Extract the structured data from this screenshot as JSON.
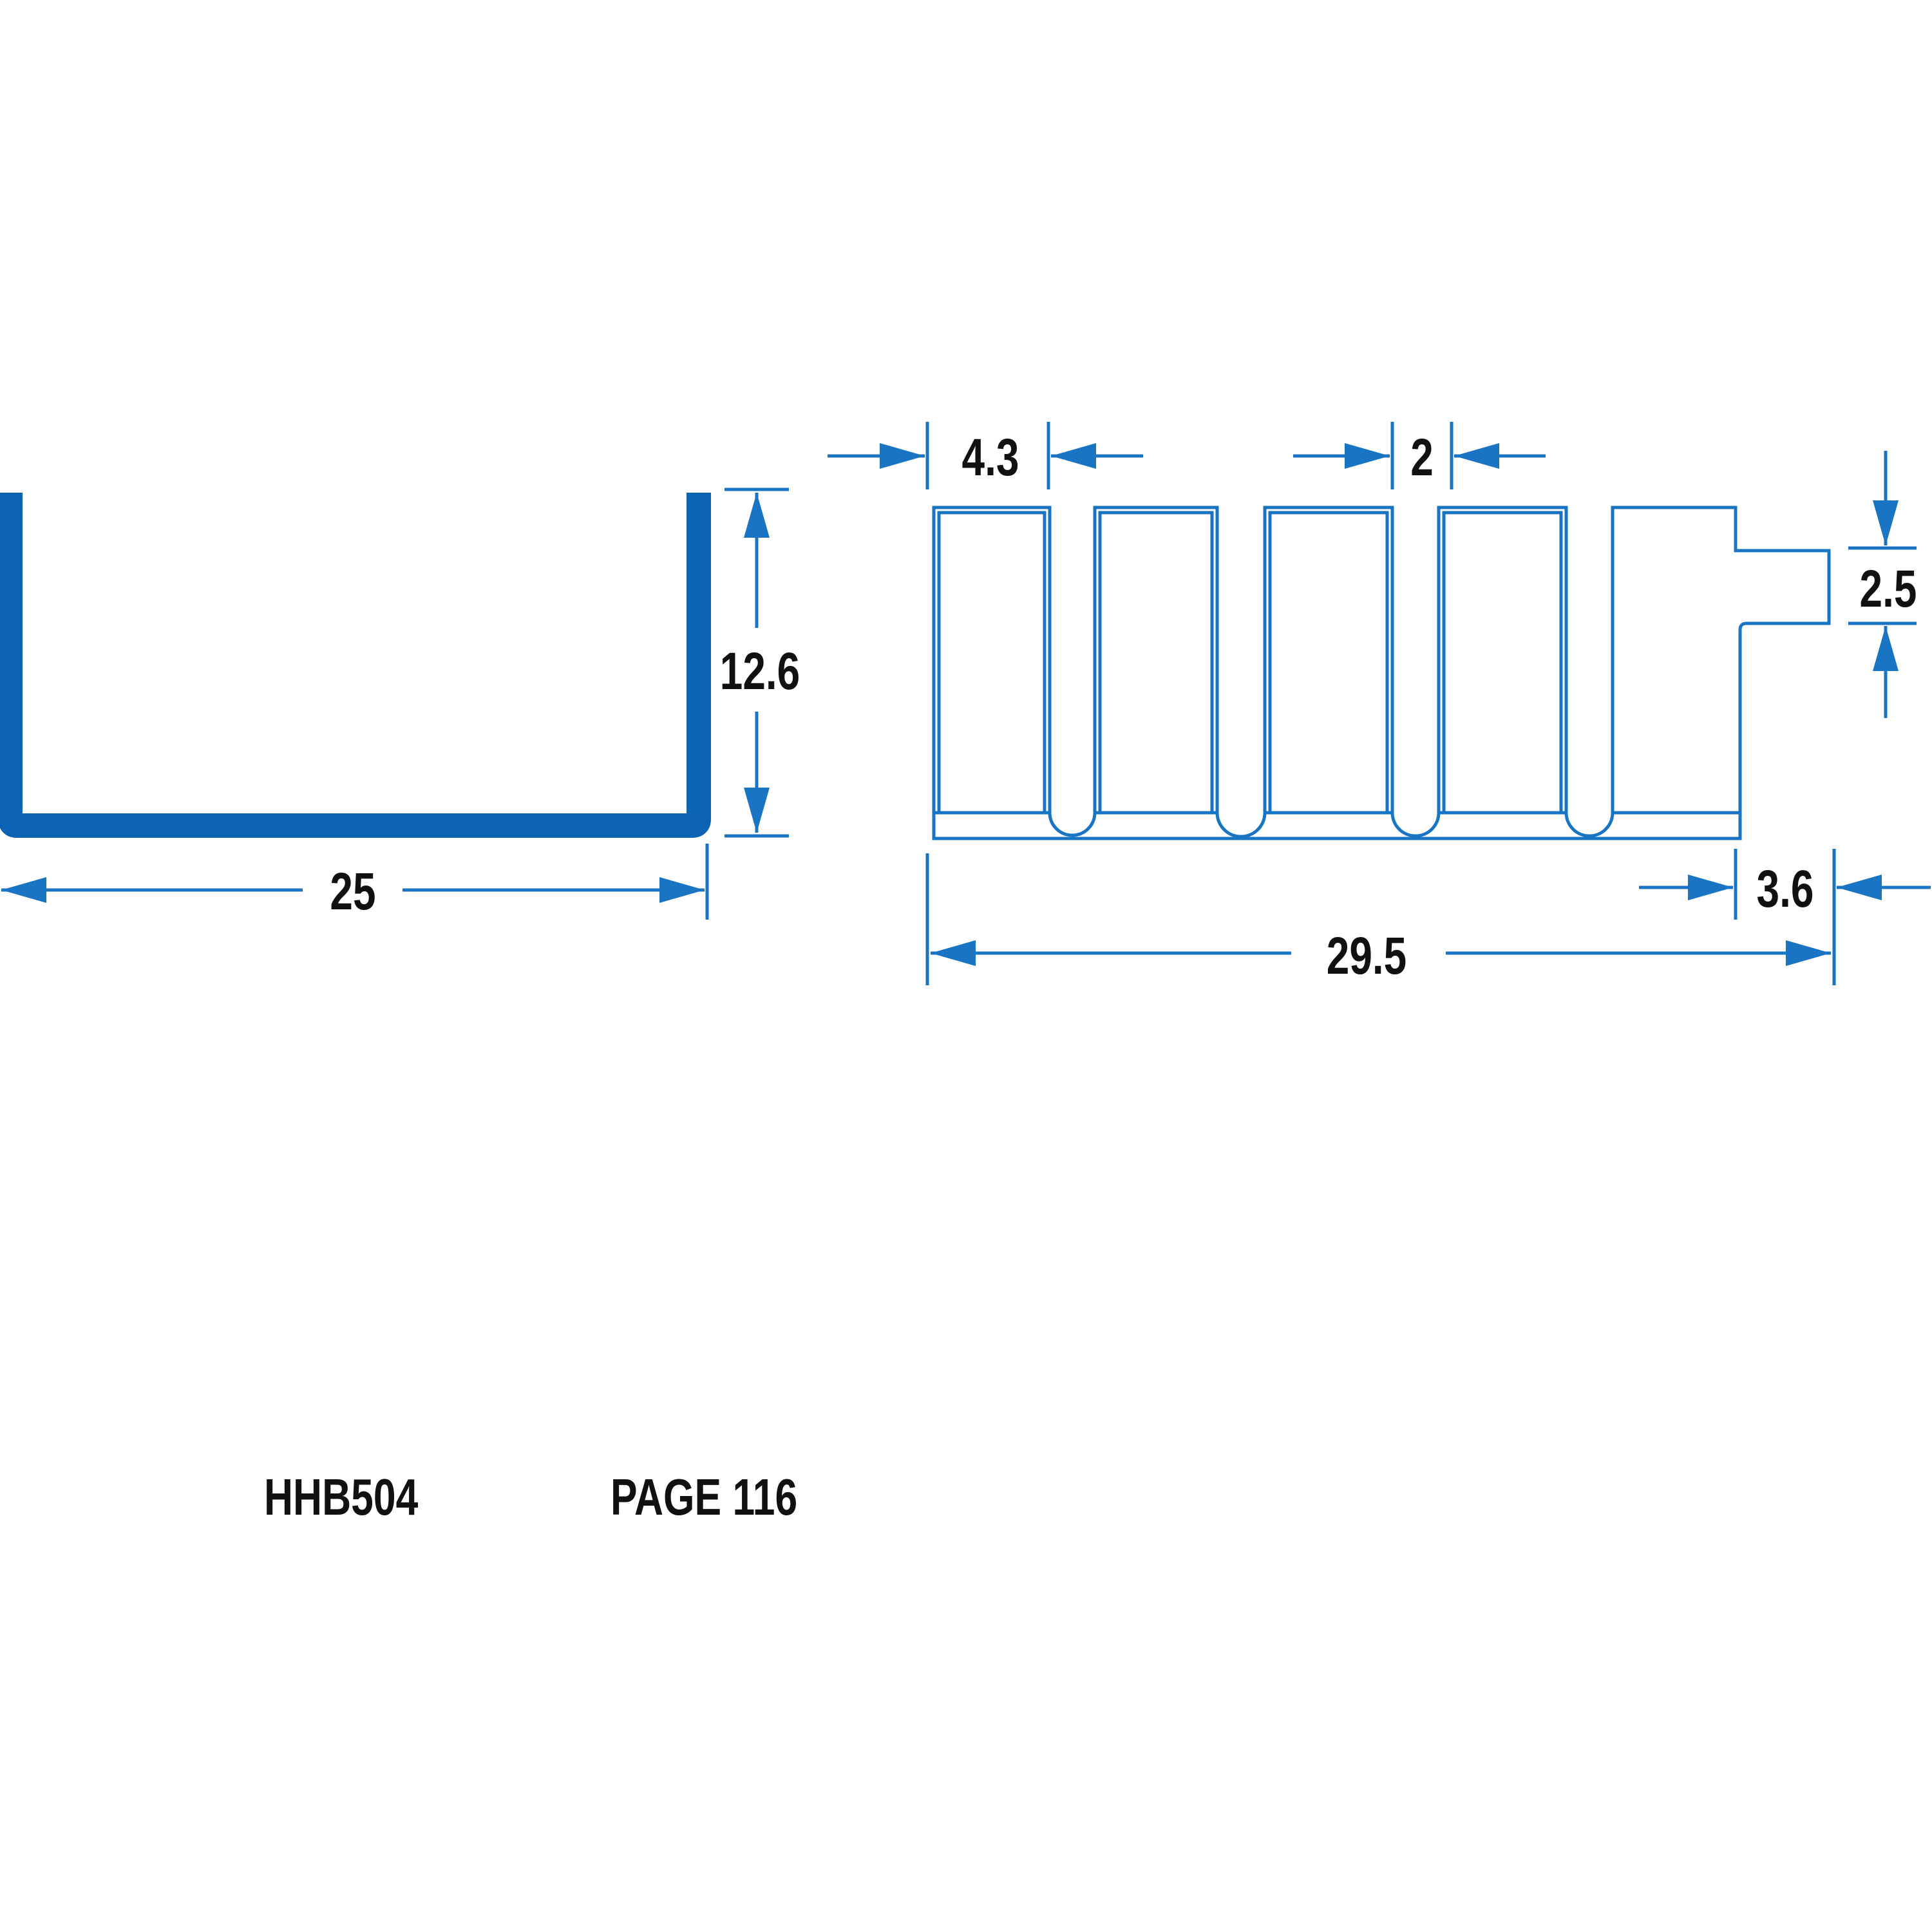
{
  "colors": {
    "profile": "#0b63b3",
    "dimension": "#1a74c4",
    "text": "#111111",
    "background": "#ffffff"
  },
  "channel_view": {
    "width_label": "25",
    "height_label": "12.6"
  },
  "fin_view": {
    "fin_width_label": "4.3",
    "gap_label": "2",
    "tab_height_label": "2.5",
    "tab_width_label": "3.6",
    "overall_width_label": "29.5"
  },
  "footer": {
    "part_number": "HHB504",
    "page_ref": "PAGE 116"
  }
}
